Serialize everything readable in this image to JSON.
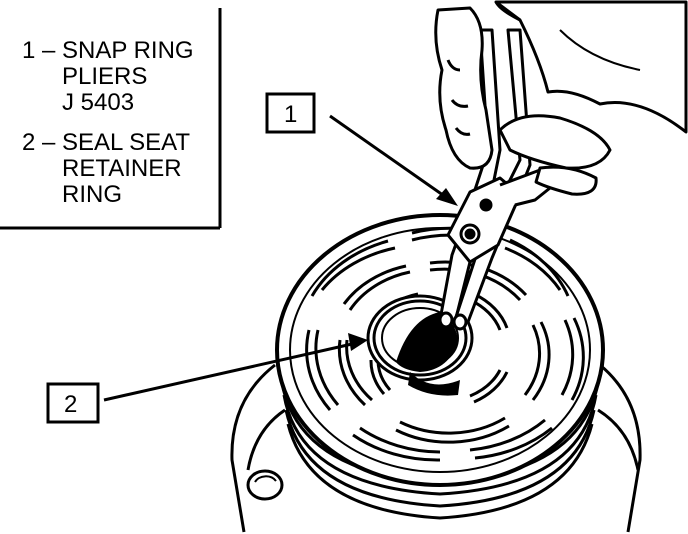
{
  "legend": {
    "items": [
      {
        "number": "1",
        "dash": "–",
        "lines": [
          "SNAP RING",
          "PLIERS",
          "J 5403"
        ]
      },
      {
        "number": "2",
        "dash": "–",
        "lines": [
          "SEAL SEAT",
          "RETAINER",
          "RING"
        ]
      }
    ]
  },
  "callouts": [
    {
      "label": "1"
    },
    {
      "label": "2"
    }
  ]
}
